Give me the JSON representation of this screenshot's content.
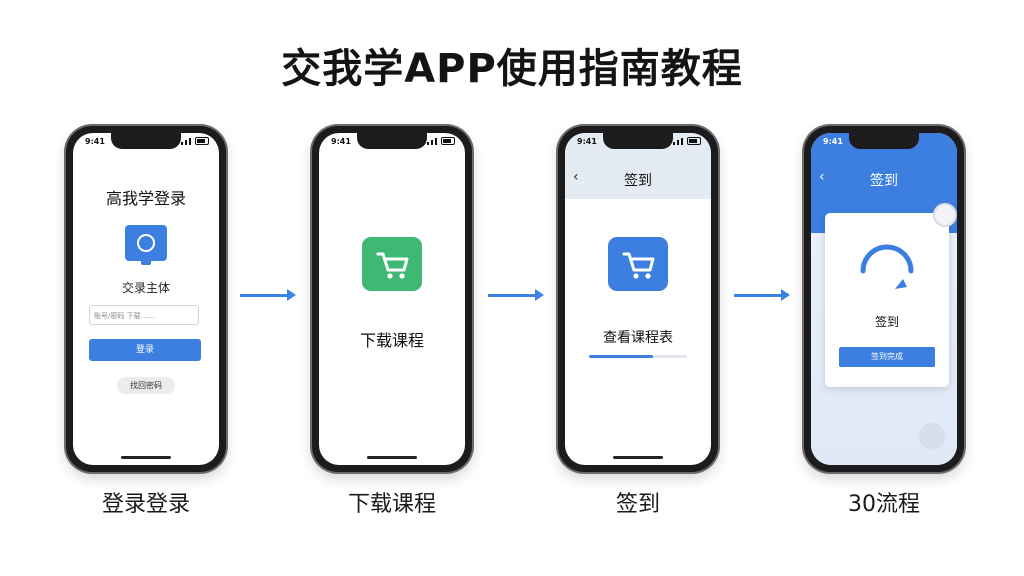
{
  "title": "交我学APP使用指南教程",
  "status_time": "9:41",
  "steps": [
    {
      "caption": "登录登录",
      "screen_title": "高我学登录",
      "subtitle": "交录主体",
      "input_placeholder": "账号/密码 下载……",
      "button": "登录",
      "pill": "找回密码"
    },
    {
      "caption": "下载课程",
      "label": "下载课程"
    },
    {
      "caption": "签到",
      "header_title": "签到",
      "back": "‹",
      "label": "查看课程表",
      "progress": 0.65
    },
    {
      "caption": "30流程",
      "header_title": "签到",
      "back": "‹",
      "card_label": "签到",
      "button": "签到完成"
    }
  ],
  "colors": {
    "primary": "#3d7fe0",
    "green": "#3fb874",
    "arrow": "#3c84e4"
  }
}
